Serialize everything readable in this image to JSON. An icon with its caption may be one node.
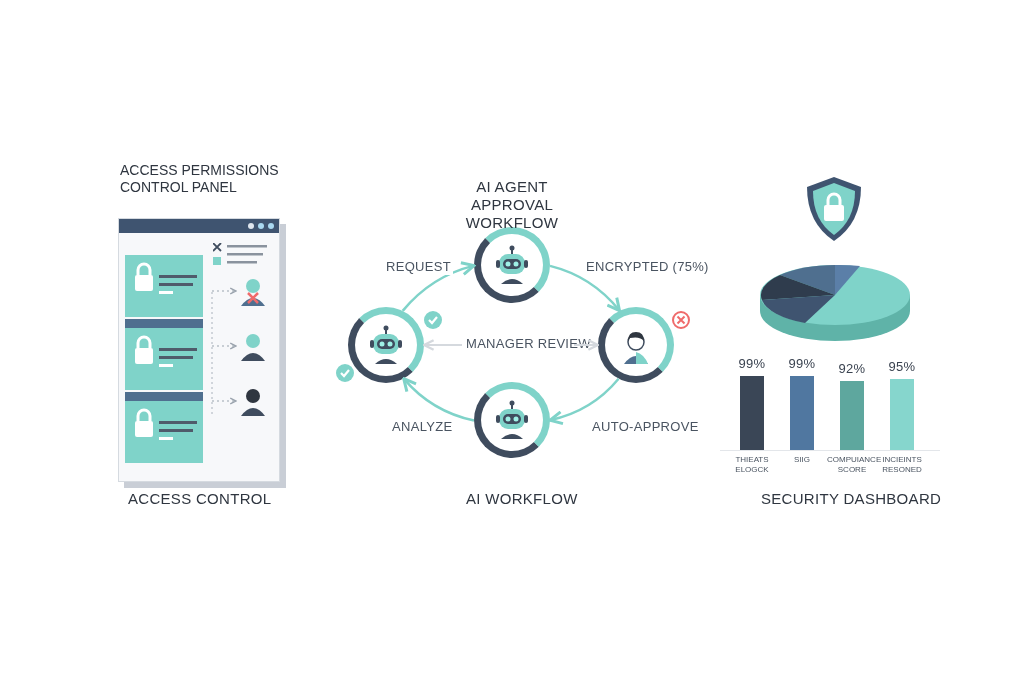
{
  "diagram": {
    "nodes": [
      {
        "text": [
          "ACCESS PERMISSIONS CONTROL PANEL"
        ]
      },
      {
        "text": [],
        "shape": "person",
        "in": 0
      },
      {
        "text": [],
        "shape": "person",
        "in": 0
      },
      {
        "text": [],
        "shape": "person",
        "in": 0
      },
      {
        "text": [],
        "shape": "circle"
      },
      {
        "text": [],
        "shape": "circle"
      },
      {
        "text": [],
        "shape": "circle"
      },
      {
        "text": [],
        "shape": "circle"
      },
      {
        "text": [
          "MANAGER REVIEW"
        ]
      }
    ],
    "edges": [
      {
        "from": null,
        "to": 1,
        "arrow": "to",
        "style": "dashed",
        "color": "#9aa3ad"
      },
      {
        "from": null,
        "to": 2,
        "arrow": "to",
        "style": "dashed",
        "color": "#9aa3ad"
      },
      {
        "from": null,
        "to": 3,
        "arrow": "to",
        "style": "dashed",
        "color": "#9aa3ad"
      },
      {
        "from": 7,
        "to": 4,
        "arrow": "to",
        "label": "REQUEST"
      },
      {
        "from": 4,
        "to": 5,
        "arrow": "to",
        "label": "ENCRYPTED (75%)"
      },
      {
        "from": 5,
        "to": 6,
        "arrow": "to",
        "label": "AUTO-APPROVE"
      },
      {
        "from": 6,
        "to": 7,
        "arrow": "to",
        "label": "ANALYZE"
      },
      {
        "from": 8,
        "to": 7,
        "arrow": "to",
        "color": "#d5d9de"
      },
      {
        "from": 8,
        "to": 5,
        "arrow": "to",
        "color": "#d5d9de"
      }
    ],
    "labels": [
      "AI AGENT APPROVAL WORKFLOW",
      "ACCESS CONTROL",
      "AI WORKFLOW",
      "SECURITY DASHBOARD"
    ],
    "chart_data": {
      "type": "bar",
      "categories": [
        "THIEATS ELOGCK",
        "SIIG",
        "COMPUIANCE SCORE",
        "INCIEINTS RESONED"
      ],
      "values": [
        99,
        99,
        92,
        95
      ],
      "value_labels": [
        "99%",
        "99%",
        "92%",
        "95%"
      ]
    }
  }
}
